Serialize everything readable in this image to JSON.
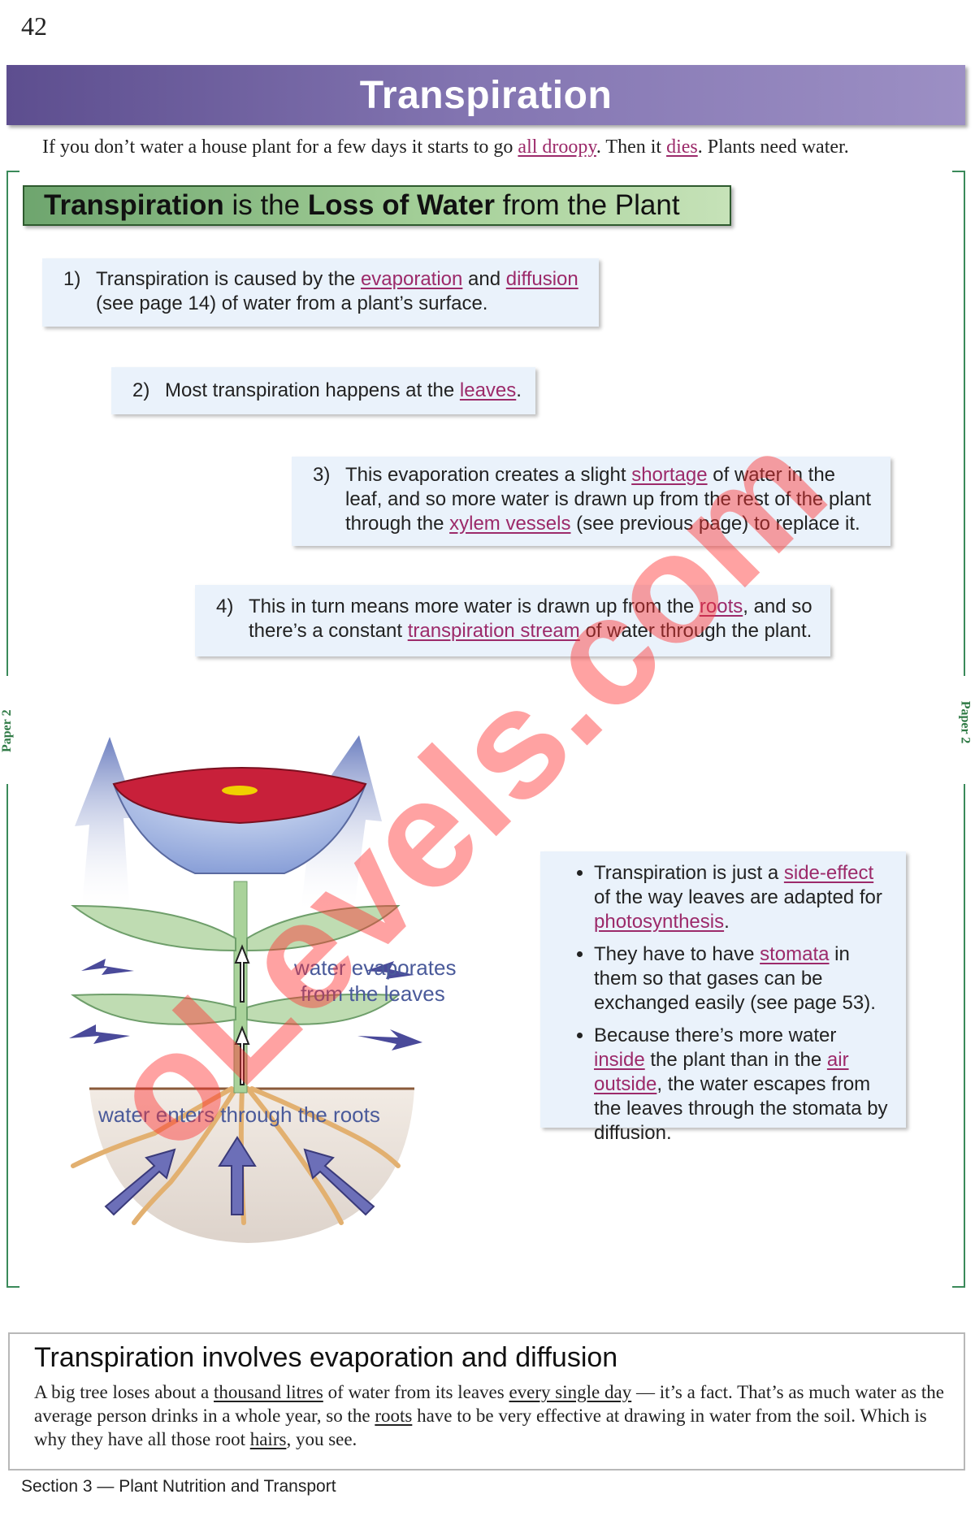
{
  "page": {
    "number": "42",
    "title": "Transpiration",
    "footer": "Section 3 — Plant Nutrition and Transport"
  },
  "intro": {
    "before": "If you don’t water a house plant for a few days it starts to go ",
    "link1": "all droopy",
    "middle": ".  Then it ",
    "link2": "dies",
    "after": ".  Plants need water."
  },
  "side_tabs": {
    "left": "Paper 2",
    "right": "Paper 2"
  },
  "subhead": {
    "part1": "Transpiration",
    "part2": " is the ",
    "part3": "Loss of Water",
    "part4": " from the Plant"
  },
  "points": [
    {
      "num": "1)",
      "a": "Transpiration is caused by the ",
      "l1": "evaporation",
      "b": " and ",
      "l2": "diffusion",
      "c": " (see page 14) of water from a plant’s surface."
    },
    {
      "num": "2)",
      "a": "Most transpiration happens at the ",
      "l1": "leaves",
      "b": "."
    },
    {
      "num": "3)",
      "a": "This evaporation creates a slight ",
      "l1": "shortage",
      "b": " of water in the leaf, and so more water is drawn up from the rest of the plant through the ",
      "l2": "xylem vessels",
      "c": " (see previous page) to replace it."
    },
    {
      "num": "4)",
      "a": "This in turn means more water is drawn up from the ",
      "l1": "roots",
      "b": ", and so there’s a constant ",
      "l2": "transpiration stream",
      "c": " of water through the plant."
    }
  ],
  "diagram": {
    "label_evaporates_1": "water evaporates",
    "label_evaporates_2": "from the leaves",
    "label_roots": "water enters through the roots"
  },
  "facts": [
    {
      "a": "Transpiration is just a ",
      "l1": "side-effect",
      "b": " of the way leaves are adapted for ",
      "l2": "photosynthesis",
      "c": "."
    },
    {
      "a": "They have to have ",
      "l1": "stomata",
      "b": " in them so that gases can be exchanged easily (see page 53)."
    },
    {
      "a": "Because there’s more water ",
      "l1": "inside",
      "b": " the plant than in the ",
      "l2": "air outside",
      "c": ", the water escapes from the leaves through the stomata by diffusion."
    }
  ],
  "summary": {
    "title": "Transpiration involves evaporation and diffusion",
    "s1": "A big tree loses about a ",
    "u1": "thousand litres",
    "s2": " of water from its leaves ",
    "u2": "every single day",
    "s3": " — it’s a fact. That’s as much water as the average person drinks in a whole year, so the ",
    "u3": "roots",
    "s4": " have to be very effective at drawing in water from the soil.  Which is why they have all those root ",
    "u4": "hairs",
    "s5": ", you see."
  },
  "watermark": {
    "text": "oLevels.com",
    "color": "#ff3030"
  },
  "colors": {
    "title_bar": "#6f61a3",
    "subhead_green": "#8cc083",
    "link_magenta": "#9c2a6a",
    "box_blue": "#eaf2fb",
    "frame_green": "#3a8a5a"
  }
}
